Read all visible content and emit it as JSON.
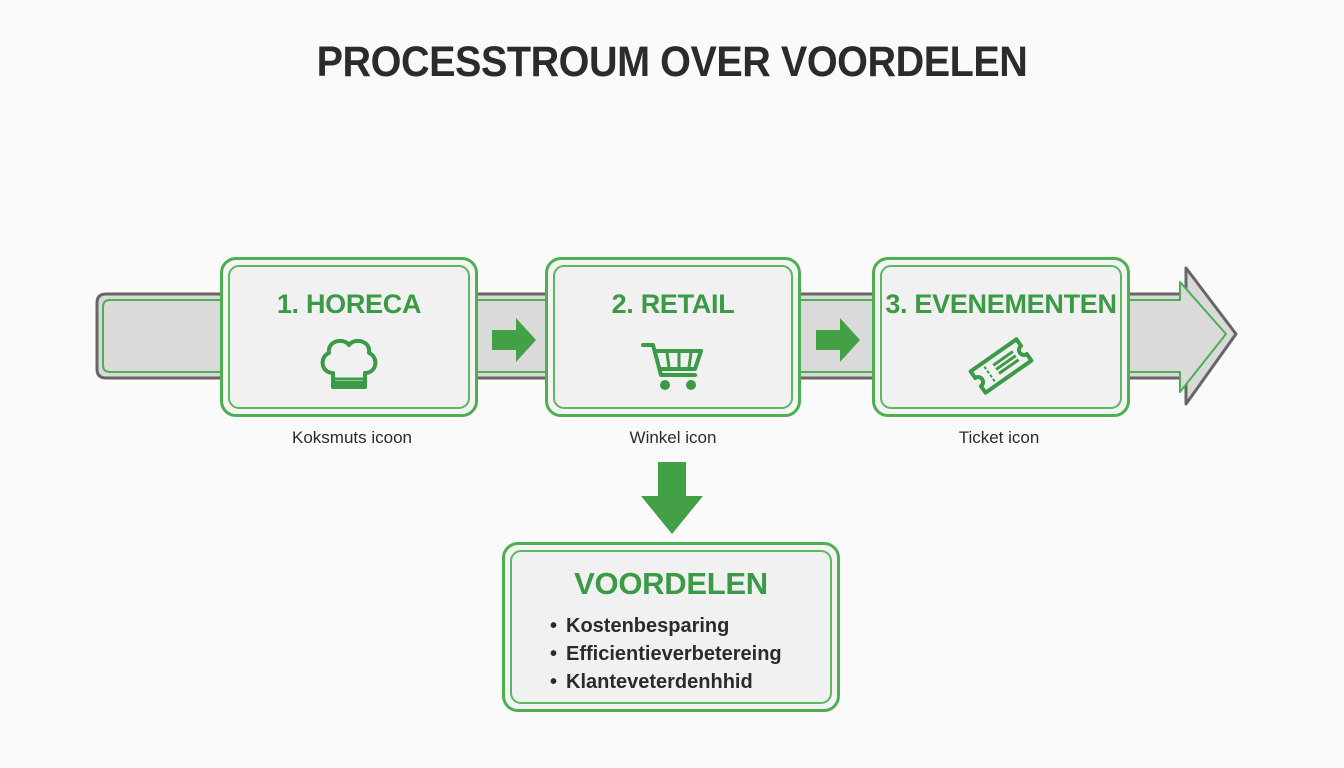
{
  "title": "PROCESSTROUM OVER VOORDELEN",
  "colors": {
    "accent": "#4caf50",
    "accent_text": "#3b9a45",
    "band_fill": "#d9d9d9",
    "card_fill": "#f1f1f1",
    "text": "#2b2b2b"
  },
  "steps": [
    {
      "title": "1. HORECA",
      "icon": "chef-hat-icon",
      "caption": "Koksmuts icoon"
    },
    {
      "title": "2. RETAIL",
      "icon": "shopping-cart-icon",
      "caption": "Winkel icon"
    },
    {
      "title": "3. EVENEMENTEN",
      "icon": "ticket-icon",
      "caption": "Ticket icon"
    }
  ],
  "benefits": {
    "title": "VOORDELEN",
    "items": [
      "Kostenbesparing",
      "Efficientieverbetereing",
      "Klanteveterdenhhid"
    ]
  }
}
